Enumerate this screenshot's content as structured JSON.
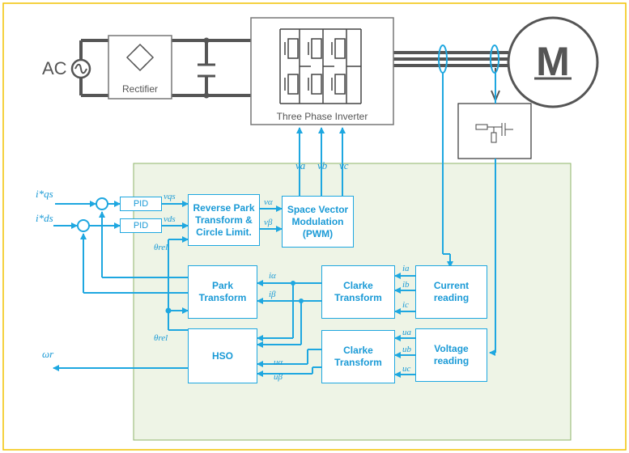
{
  "power_stage": {
    "ac_label": "AC",
    "rectifier_label": "Rectifier",
    "inverter_label": "Three Phase Inverter",
    "motor_label": "M"
  },
  "blocks": {
    "pid_q": "PID",
    "pid_d": "PID",
    "reverse_park": "Reverse Park\nTransform &\nCircle Limit.",
    "svm": "Space Vector\nModulation\n(PWM)",
    "park": "Park\nTransform",
    "clarke_current": "Clarke\nTransform",
    "current_reading": "Current\nreading",
    "hso": "HSO",
    "clarke_voltage": "Clarke\nTransform",
    "voltage_reading": "Voltage\nreading"
  },
  "signals": {
    "iq_ref": "i*qs",
    "id_ref": "i*ds",
    "vqs": "vqs",
    "vds": "vds",
    "v_alpha": "vα",
    "v_beta": "vβ",
    "va": "va",
    "vb": "vb",
    "vc": "vc",
    "i_alpha": "iα",
    "i_beta": "iβ",
    "ia": "ia",
    "ib": "ib",
    "ic": "ic",
    "theta_top": "θrel",
    "theta_bottom": "θrel",
    "u_alpha": "uα",
    "u_beta": "uβ",
    "ua": "ua",
    "ub": "ub",
    "uc": "uc",
    "omega": "ωr"
  },
  "colors": {
    "frame_border": "#f2c200",
    "control_area_fill": "#eef4e6",
    "control_area_border": "#8fb46a",
    "signal_blue": "#1ea7e0",
    "power_gray": "#555555"
  }
}
